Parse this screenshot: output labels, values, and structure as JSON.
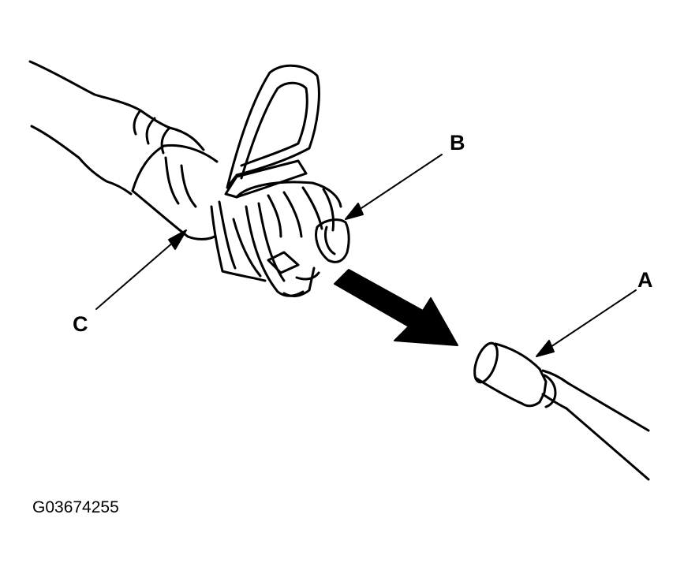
{
  "callouts": {
    "a": "A",
    "b": "B",
    "c": "C"
  },
  "figure_id": "G03674255",
  "colors": {
    "line": "#000000",
    "background": "#ffffff"
  }
}
